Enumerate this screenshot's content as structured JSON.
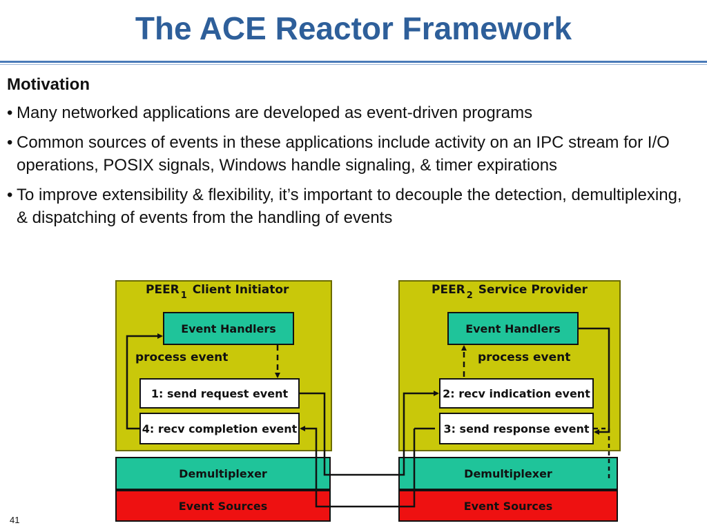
{
  "slide": {
    "title": "The ACE Reactor Framework",
    "heading": "Motivation",
    "bullets": [
      "Many networked applications are developed as event-driven programs",
      "Common sources of events in these applications include activity on an IPC stream for I/O operations, POSIX signals, Windows handle signaling, & timer expirations",
      "To improve extensibility & flexibility, it’s important to decouple the detection, demultiplexing, & dispatching of events from the handling of events"
    ],
    "bullet_char": "•",
    "page_number": "41"
  },
  "diagram": {
    "peer1": {
      "label": "PEER",
      "index": "1",
      "role": "Client Initiator",
      "handlers": "Event Handlers",
      "process": "process event",
      "step_a": "1: send request event",
      "step_b": "4: recv completion event",
      "demux": "Demultiplexer",
      "sources": "Event Sources"
    },
    "peer2": {
      "label": "PEER",
      "index": "2",
      "role": "Service Provider",
      "handlers": "Event Handlers",
      "process": "process event",
      "step_a": "2: recv indication event",
      "step_b": "3: send response event",
      "demux": "Demultiplexer",
      "sources": "Event Sources"
    },
    "colors": {
      "panel": "#c9c80a",
      "handlers": "#1fc49a",
      "demux": "#1fc49a",
      "sources": "#ee1111",
      "title": "#2e5f9a"
    }
  }
}
